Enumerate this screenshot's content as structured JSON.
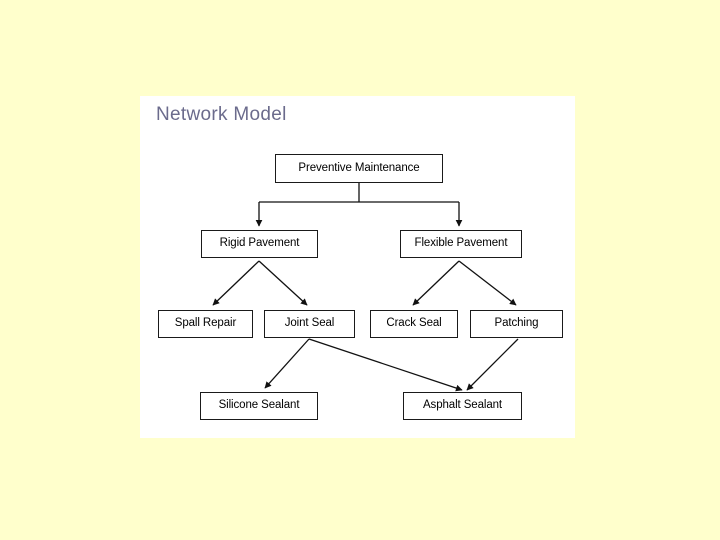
{
  "slide": {
    "background_color": "#ffffcc",
    "panel_color": "#ffffff",
    "title": "Network Model",
    "title_color": "#6b6b8c"
  },
  "diagram": {
    "type": "tree-flowchart",
    "node_border_color": "#1a1a1a",
    "node_fill_color": "#ffffff",
    "edge_color": "#111111",
    "nodes": [
      {
        "id": "preventive-maintenance",
        "label": "Preventive Maintenance",
        "level": 0
      },
      {
        "id": "rigid-pavement",
        "label": "Rigid Pavement",
        "level": 1
      },
      {
        "id": "flexible-pavement",
        "label": "Flexible Pavement",
        "level": 1
      },
      {
        "id": "spall-repair",
        "label": "Spall Repair",
        "level": 2
      },
      {
        "id": "joint-seal",
        "label": "Joint Seal",
        "level": 2
      },
      {
        "id": "crack-seal",
        "label": "Crack Seal",
        "level": 2
      },
      {
        "id": "patching",
        "label": "Patching",
        "level": 2
      },
      {
        "id": "silicone-sealant",
        "label": "Silicone Sealant",
        "level": 3
      },
      {
        "id": "asphalt-sealant",
        "label": "Asphalt Sealant",
        "level": 3
      }
    ],
    "edges": [
      {
        "from": "preventive-maintenance",
        "to": "rigid-pavement",
        "style": "orthogonal"
      },
      {
        "from": "preventive-maintenance",
        "to": "flexible-pavement",
        "style": "orthogonal"
      },
      {
        "from": "rigid-pavement",
        "to": "spall-repair",
        "style": "diagonal"
      },
      {
        "from": "rigid-pavement",
        "to": "joint-seal",
        "style": "diagonal"
      },
      {
        "from": "flexible-pavement",
        "to": "crack-seal",
        "style": "diagonal"
      },
      {
        "from": "flexible-pavement",
        "to": "patching",
        "style": "diagonal"
      },
      {
        "from": "joint-seal",
        "to": "silicone-sealant",
        "style": "diagonal"
      },
      {
        "from": "joint-seal",
        "to": "asphalt-sealant",
        "style": "diagonal"
      },
      {
        "from": "patching",
        "to": "asphalt-sealant",
        "style": "diagonal"
      }
    ]
  }
}
